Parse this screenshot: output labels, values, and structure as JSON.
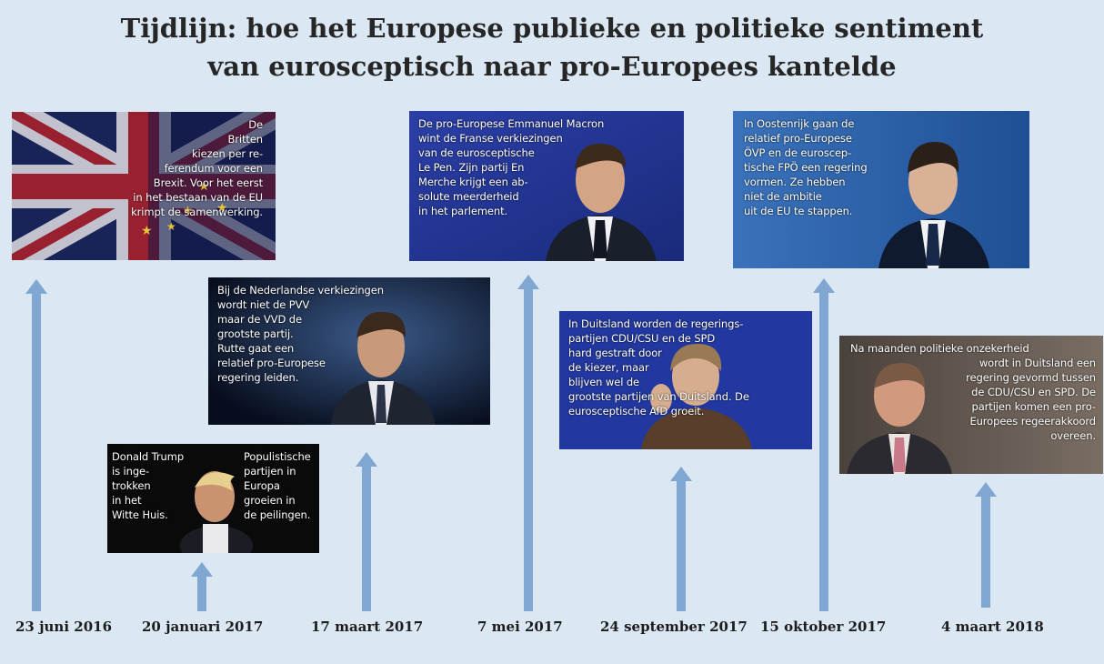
{
  "title": {
    "line1": "Tijdlijn: hoe het Europese publieke en politieke sentiment",
    "line2": "van eurosceptisch naar pro-Europees kantelde"
  },
  "events": [
    {
      "date": "23 juni 2016",
      "text": "De\nBritten\nkiezen per re-\nferendum voor een\nBrexit. Voor het eerst\nin het bestaan van de EU\nkrimpt de samenwerking."
    },
    {
      "date": "20 januari 2017",
      "text_left": "Donald Trump\nis inge-\ntrokken\nin het\nWitte Huis.",
      "text_right": "Populistische\npartijen in\nEuropa\ngroeien in\nde peilingen."
    },
    {
      "date": "17 maart 2017",
      "text": "Bij de Nederlandse verkiezingen\nwordt niet de PVV\nmaar de VVD de\ngrootste partij.\nRutte gaat een\nrelatief pro-Europese\nregering leiden."
    },
    {
      "date": "7 mei 2017",
      "text": "De pro-Europese Emmanuel Macron\nwint de Franse verkiezingen\nvan de eurosceptische\nLe Pen. Zijn partij En\nMerche krijgt een ab-\nsolute meerderheid\nin het parlement."
    },
    {
      "date": "24 september 2017",
      "text": "In Duitsland worden de regerings-\npartijen CDU/CSU en de SPD\nhard gestraft door\nde kiezer, maar\nblijven wel de\ngrootste partijen van Duitsland. De\neurosceptische AfD groeit."
    },
    {
      "date": "15 oktober 2017",
      "text": "In Oostenrijk gaan de\nrelatief pro-Europese\nÖVP en de euroscep-\ntische FPÖ een regering\nvormen. Ze hebben\nniet de ambitie\nuit de EU te stappen."
    },
    {
      "date": "4 maart 2018",
      "text_top": "Na maanden politieke onzekerheid",
      "text": "wordt in Duitsland een\nregering gevormd tussen\nde CDU/CSU en SPD. De\npartijen komen een pro-\nEuropees regeerakkoord\novereen."
    }
  ],
  "colors": {
    "background": "#dbe8f4",
    "arrow": "#7fa7d1",
    "title": "#262626"
  }
}
